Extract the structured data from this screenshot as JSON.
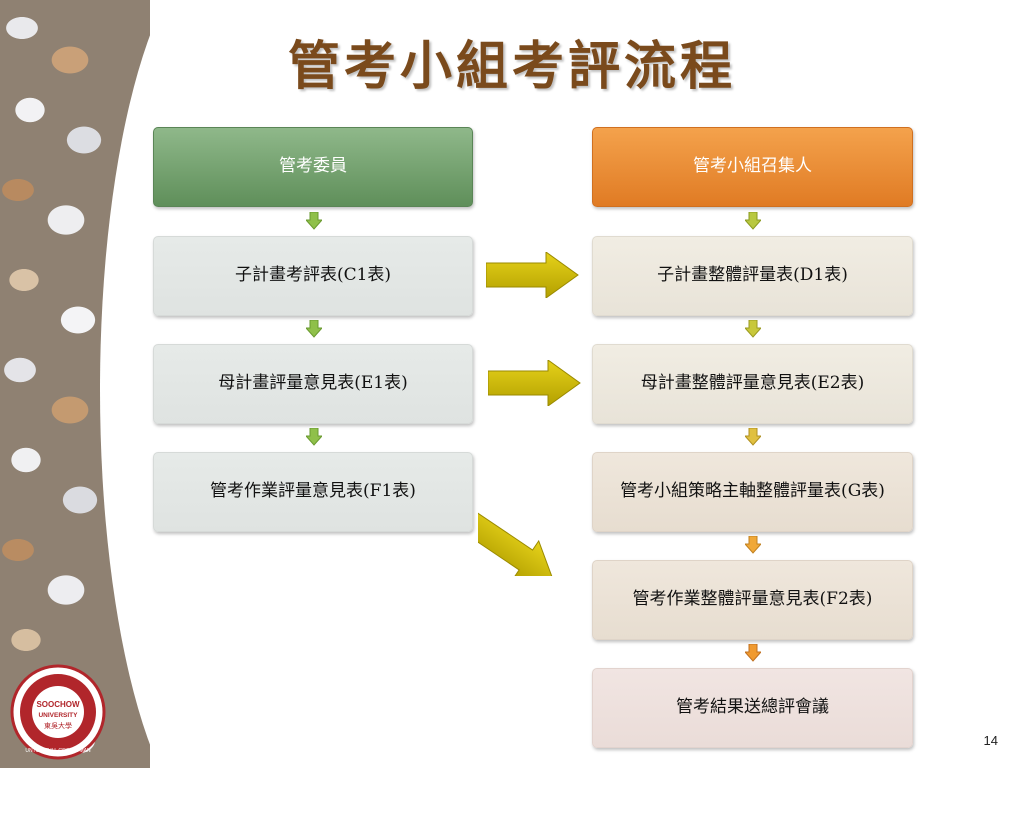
{
  "title": "管考小組考評流程",
  "left_column": {
    "header": "管考委員",
    "items": [
      "子計畫考評表(C1表)",
      "母計畫評量意見表(E1表)",
      "管考作業評量意見表(F1表)"
    ]
  },
  "right_column": {
    "header": "管考小組召集人",
    "items": [
      "子計畫整體評量表(D1表)",
      "母計畫整體評量意見表(E2表)",
      "管考小組策略主軸整體評量表(G表)",
      "管考作業整體評量意見表(F2表)",
      "管考結果送總評會議"
    ]
  },
  "logo_text": [
    "SOOCHOW",
    "UNIVERSITY",
    "UNTO A FULL GROWN MAN",
    "東吳大學"
  ],
  "page_number": "14",
  "colors": {
    "title": "#7a4a1c",
    "left_header": "#6b9a66",
    "right_header": "#e88a30",
    "big_arrow": "#c8b400",
    "mini_arrow_left": "#7fb03a",
    "mini_arrow_right": "#e0a020"
  }
}
